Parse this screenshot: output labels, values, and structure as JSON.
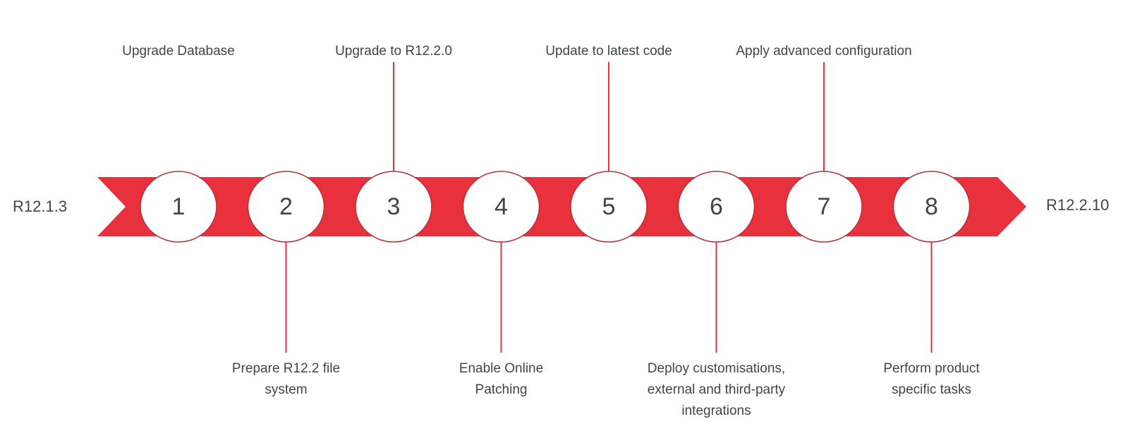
{
  "start_label": "R12.1.3",
  "end_label": "R12.2.10",
  "colors": {
    "arrow": "#e8313c",
    "connector": "#e8313c",
    "circle_fill": "#ffffff",
    "circle_stroke": "#b8323a",
    "text": "#444444"
  },
  "steps": [
    {
      "number": "1",
      "label": "Upgrade Database",
      "position": "top"
    },
    {
      "number": "2",
      "label": "Prepare R12.2 file system",
      "label_lines": [
        "Prepare R12.2 file",
        "system"
      ],
      "position": "bottom"
    },
    {
      "number": "3",
      "label": "Upgrade to R12.2.0",
      "position": "top"
    },
    {
      "number": "4",
      "label": "Enable Online Patching",
      "label_lines": [
        "Enable Online",
        "Patching"
      ],
      "position": "bottom"
    },
    {
      "number": "5",
      "label": "Update to latest code",
      "position": "top"
    },
    {
      "number": "6",
      "label": "Deploy customisations, external and third-party integrations",
      "label_lines": [
        "Deploy customisations,",
        "external and third-party",
        "integrations"
      ],
      "position": "bottom"
    },
    {
      "number": "7",
      "label": "Apply advanced configuration",
      "position": "top"
    },
    {
      "number": "8",
      "label": "Perform product specific tasks",
      "label_lines": [
        "Perform product",
        "specific tasks"
      ],
      "position": "bottom"
    }
  ]
}
